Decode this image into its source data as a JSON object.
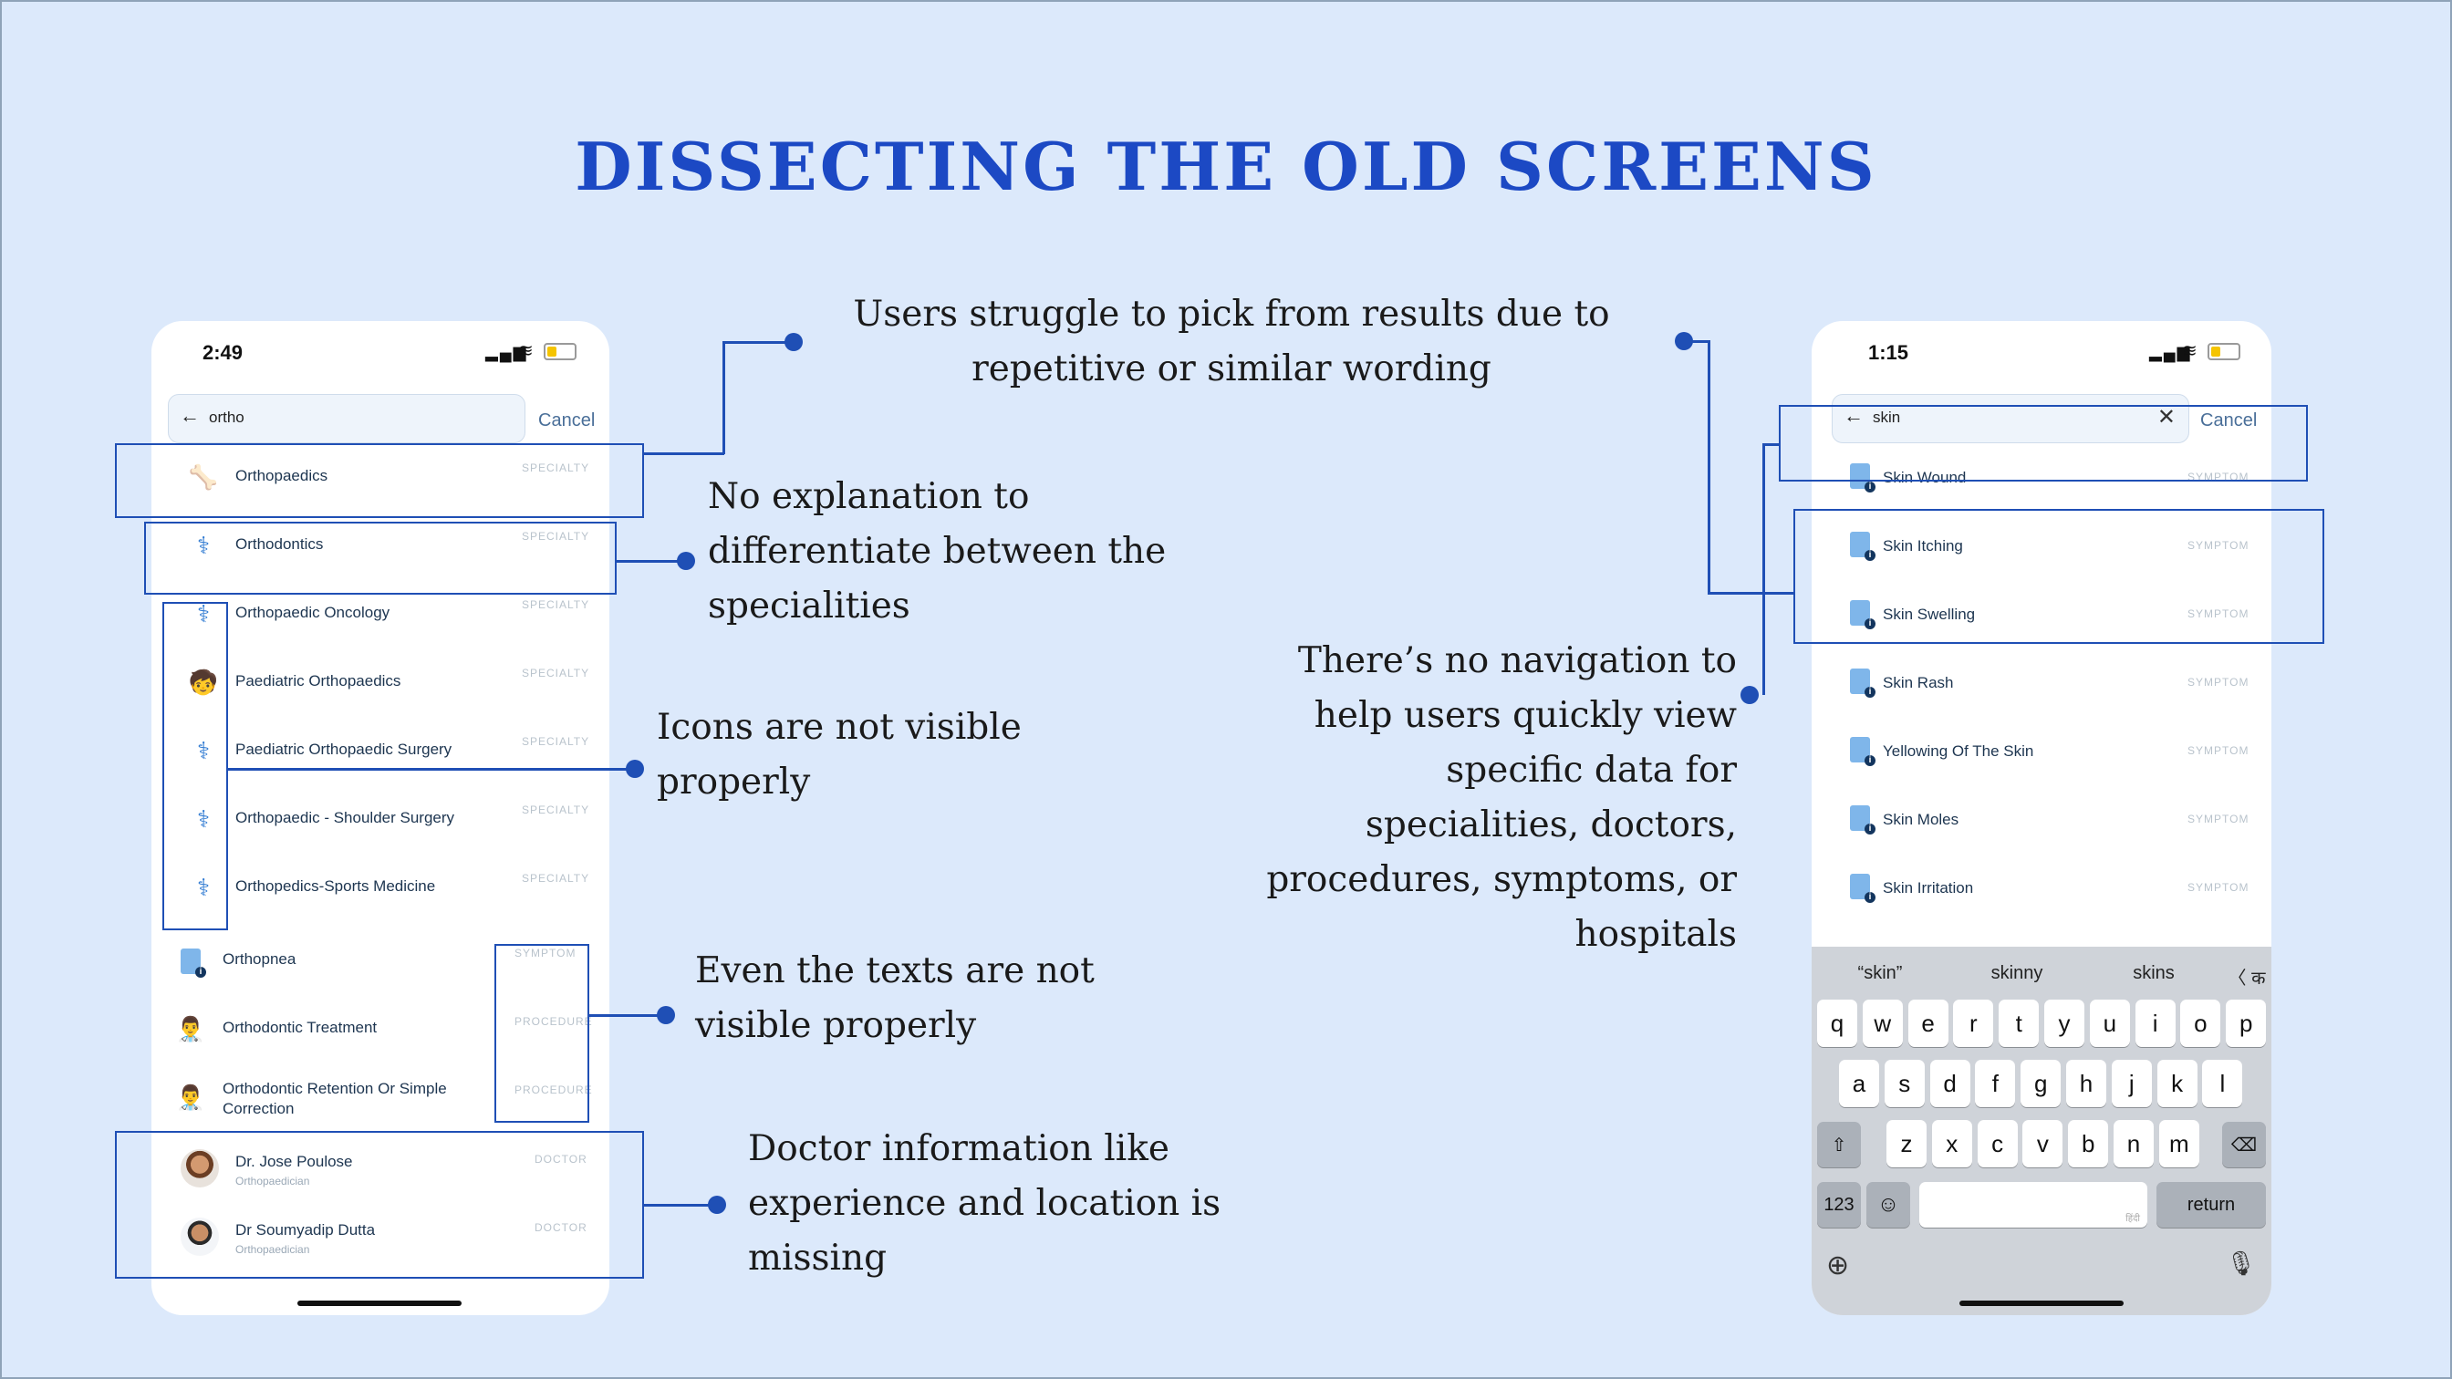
{
  "title": "DISSECTING THE OLD SCREENS",
  "notes": {
    "repetitive": [
      "Users struggle to pick from results due to",
      "repetitive or similar wording"
    ],
    "no_explanation": [
      "No explanation to",
      "differentiate between the",
      "specialities"
    ],
    "icons": [
      "Icons are not visible",
      "properly"
    ],
    "texts": [
      "Even the texts are not",
      "visible properly"
    ],
    "doctor": [
      "Doctor information like",
      "experience and location is",
      "missing"
    ],
    "navigation": [
      "There’s no navigation to",
      "help users quickly view",
      "specific data for",
      "specialities, doctors,",
      "procedures, symptoms, or",
      "hospitals"
    ]
  },
  "left_phone": {
    "time": "2:49",
    "status_icons": [
      "signal-icon",
      "wifi-icon",
      "battery-icon"
    ],
    "search_value": "ortho",
    "cancel": "Cancel",
    "results": [
      {
        "label": "Orthopaedics",
        "tag": "SPECIALTY",
        "icon": "joint-icon"
      },
      {
        "label": "Orthodontics",
        "tag": "SPECIALTY",
        "icon": "stethoscope-icon"
      },
      {
        "label": "Orthopaedic Oncology",
        "tag": "SPECIALTY",
        "icon": "stethoscope-icon"
      },
      {
        "label": "Paediatric Orthopaedics",
        "tag": "SPECIALTY",
        "icon": "child-bone-icon"
      },
      {
        "label": "Paediatric Orthopaedic Surgery",
        "tag": "SPECIALTY",
        "icon": "stethoscope-icon"
      },
      {
        "label": "Orthopaedic - Shoulder Surgery",
        "tag": "SPECIALTY",
        "icon": "stethoscope-icon"
      },
      {
        "label": "Orthopedics-Sports Medicine",
        "tag": "SPECIALTY",
        "icon": "stethoscope-icon"
      },
      {
        "label": "Orthopnea",
        "tag": "SYMPTOM",
        "icon": "document-icon"
      },
      {
        "label": "Orthodontic Treatment",
        "tag": "PROCEDURE",
        "icon": "doctor-procedure-icon"
      },
      {
        "label": "Orthodontic Retention Or Simple",
        "label2": "Correction",
        "tag": "PROCEDURE",
        "icon": "doctor-procedure-icon"
      }
    ],
    "doctors": [
      {
        "name": "Dr. Jose Poulose",
        "role": "Orthopaedician",
        "tag": "DOCTOR"
      },
      {
        "name": "Dr Soumyadip Dutta",
        "role": "Orthopaedician",
        "tag": "DOCTOR"
      }
    ]
  },
  "right_phone": {
    "time": "1:15",
    "search_value": "skin",
    "cancel": "Cancel",
    "results": [
      {
        "label": "Skin Wound",
        "tag": "SYMPTOM"
      },
      {
        "label": "Skin Itching",
        "tag": "SYMPTOM"
      },
      {
        "label": "Skin Swelling",
        "tag": "SYMPTOM"
      },
      {
        "label": "Skin Rash",
        "tag": "SYMPTOM"
      },
      {
        "label": "Yellowing Of The Skin",
        "tag": "SYMPTOM"
      },
      {
        "label": "Skin Moles",
        "tag": "SYMPTOM"
      },
      {
        "label": "Skin Irritation",
        "tag": "SYMPTOM"
      }
    ],
    "keyboard": {
      "suggestions": [
        "“skin”",
        "skinny",
        "skins",
        "〈 क"
      ],
      "row1": [
        "q",
        "w",
        "e",
        "r",
        "t",
        "y",
        "u",
        "i",
        "o",
        "p"
      ],
      "row2": [
        "a",
        "s",
        "d",
        "f",
        "g",
        "h",
        "j",
        "k",
        "l"
      ],
      "row3": [
        "z",
        "x",
        "c",
        "v",
        "b",
        "n",
        "m"
      ],
      "numbers_key": "123",
      "return_key": "return",
      "space_hint": "हिंदी"
    }
  },
  "colors": {
    "background": "#dce9fb",
    "accent": "#1f4fb5",
    "title": "#1c49c4"
  }
}
